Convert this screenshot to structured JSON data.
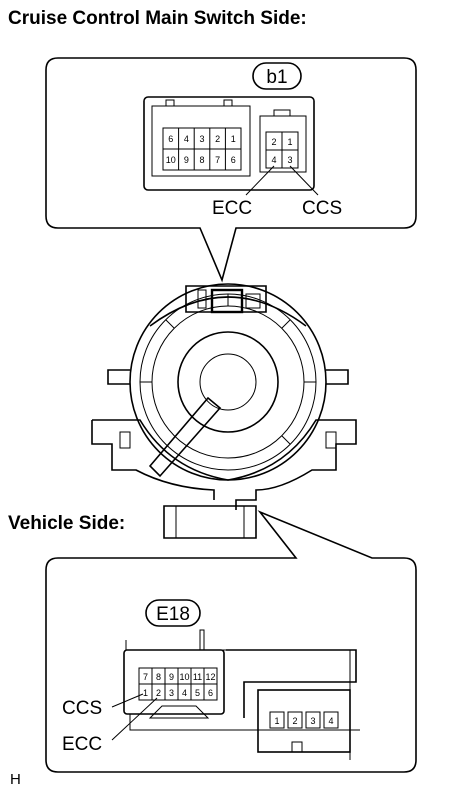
{
  "headings": {
    "top": "Cruise Control Main Switch Side:",
    "bottom": "Vehicle Side:"
  },
  "connector_b1": {
    "code": "b1",
    "large_block_pins": [
      "6",
      "4",
      "3",
      "2",
      "1",
      "10",
      "9",
      "8",
      "7",
      "6"
    ],
    "small_block_pins": [
      "2",
      "1",
      "4",
      "3"
    ],
    "labels": {
      "left": "ECC",
      "right": "CCS"
    }
  },
  "connector_E18": {
    "code": "E18",
    "pins": [
      "7",
      "8",
      "9",
      "10",
      "11",
      "12",
      "1",
      "2",
      "3",
      "4",
      "5",
      "6"
    ],
    "labels": {
      "upper": "CCS",
      "lower": "ECC"
    },
    "side_pins": [
      "1",
      "2",
      "3",
      "4"
    ]
  },
  "corner_mark": "H"
}
